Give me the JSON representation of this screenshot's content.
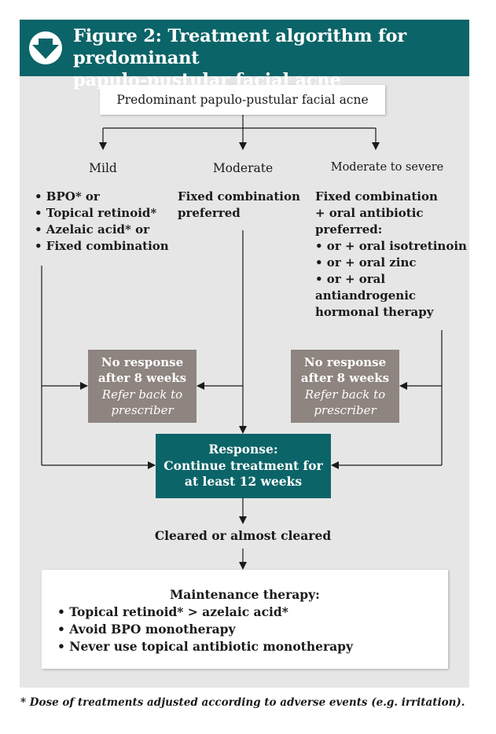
{
  "figure": {
    "title_line1": "Figure 2: Treatment algorithm for predominant",
    "title_line2": "papulo-pustular facial acne"
  },
  "start_box": "Predominant papulo-pustular facial acne",
  "branches": {
    "mild": {
      "label": "Mild",
      "items": [
        "• BPO* or",
        "• Topical retinoid*",
        "• Azelaic acid* or",
        "• Fixed combination"
      ]
    },
    "moderate": {
      "label": "Moderate",
      "lines": [
        "Fixed combination",
        "preferred"
      ]
    },
    "severe": {
      "label": "Moderate to severe",
      "lines": [
        "Fixed combination",
        "+ oral antibiotic",
        "preferred:",
        "• or + oral isotretinoin",
        "• or + oral zinc",
        "• or + oral",
        "antiandrogenic",
        "hormonal therapy"
      ]
    }
  },
  "no_response_left": {
    "line1": "No response",
    "line2": "after 8 weeks",
    "line3": "Refer back to",
    "line4": "prescriber"
  },
  "no_response_right": {
    "line1": "No response",
    "line2": "after 8 weeks",
    "line3": "Refer back to",
    "line4": "prescriber"
  },
  "response_box": {
    "line1": "Response:",
    "line2": "Continue treatment for",
    "line3": "at least 12 weeks"
  },
  "cleared": "Cleared or almost cleared",
  "maintenance": {
    "title": "Maintenance therapy:",
    "items": [
      "• Topical retinoid* > azelaic acid*",
      "• Avoid BPO monotherapy",
      "• Never use topical antibiotic monotherapy"
    ]
  },
  "footnote": "* Dose of treatments adjusted according to adverse events (e.g. irritation).",
  "colors": {
    "teal": "#0b6468",
    "gray_box": "#8e8480",
    "panel": "#e6e6e6"
  },
  "icons": {
    "header": "down-arrow-circle-icon"
  }
}
